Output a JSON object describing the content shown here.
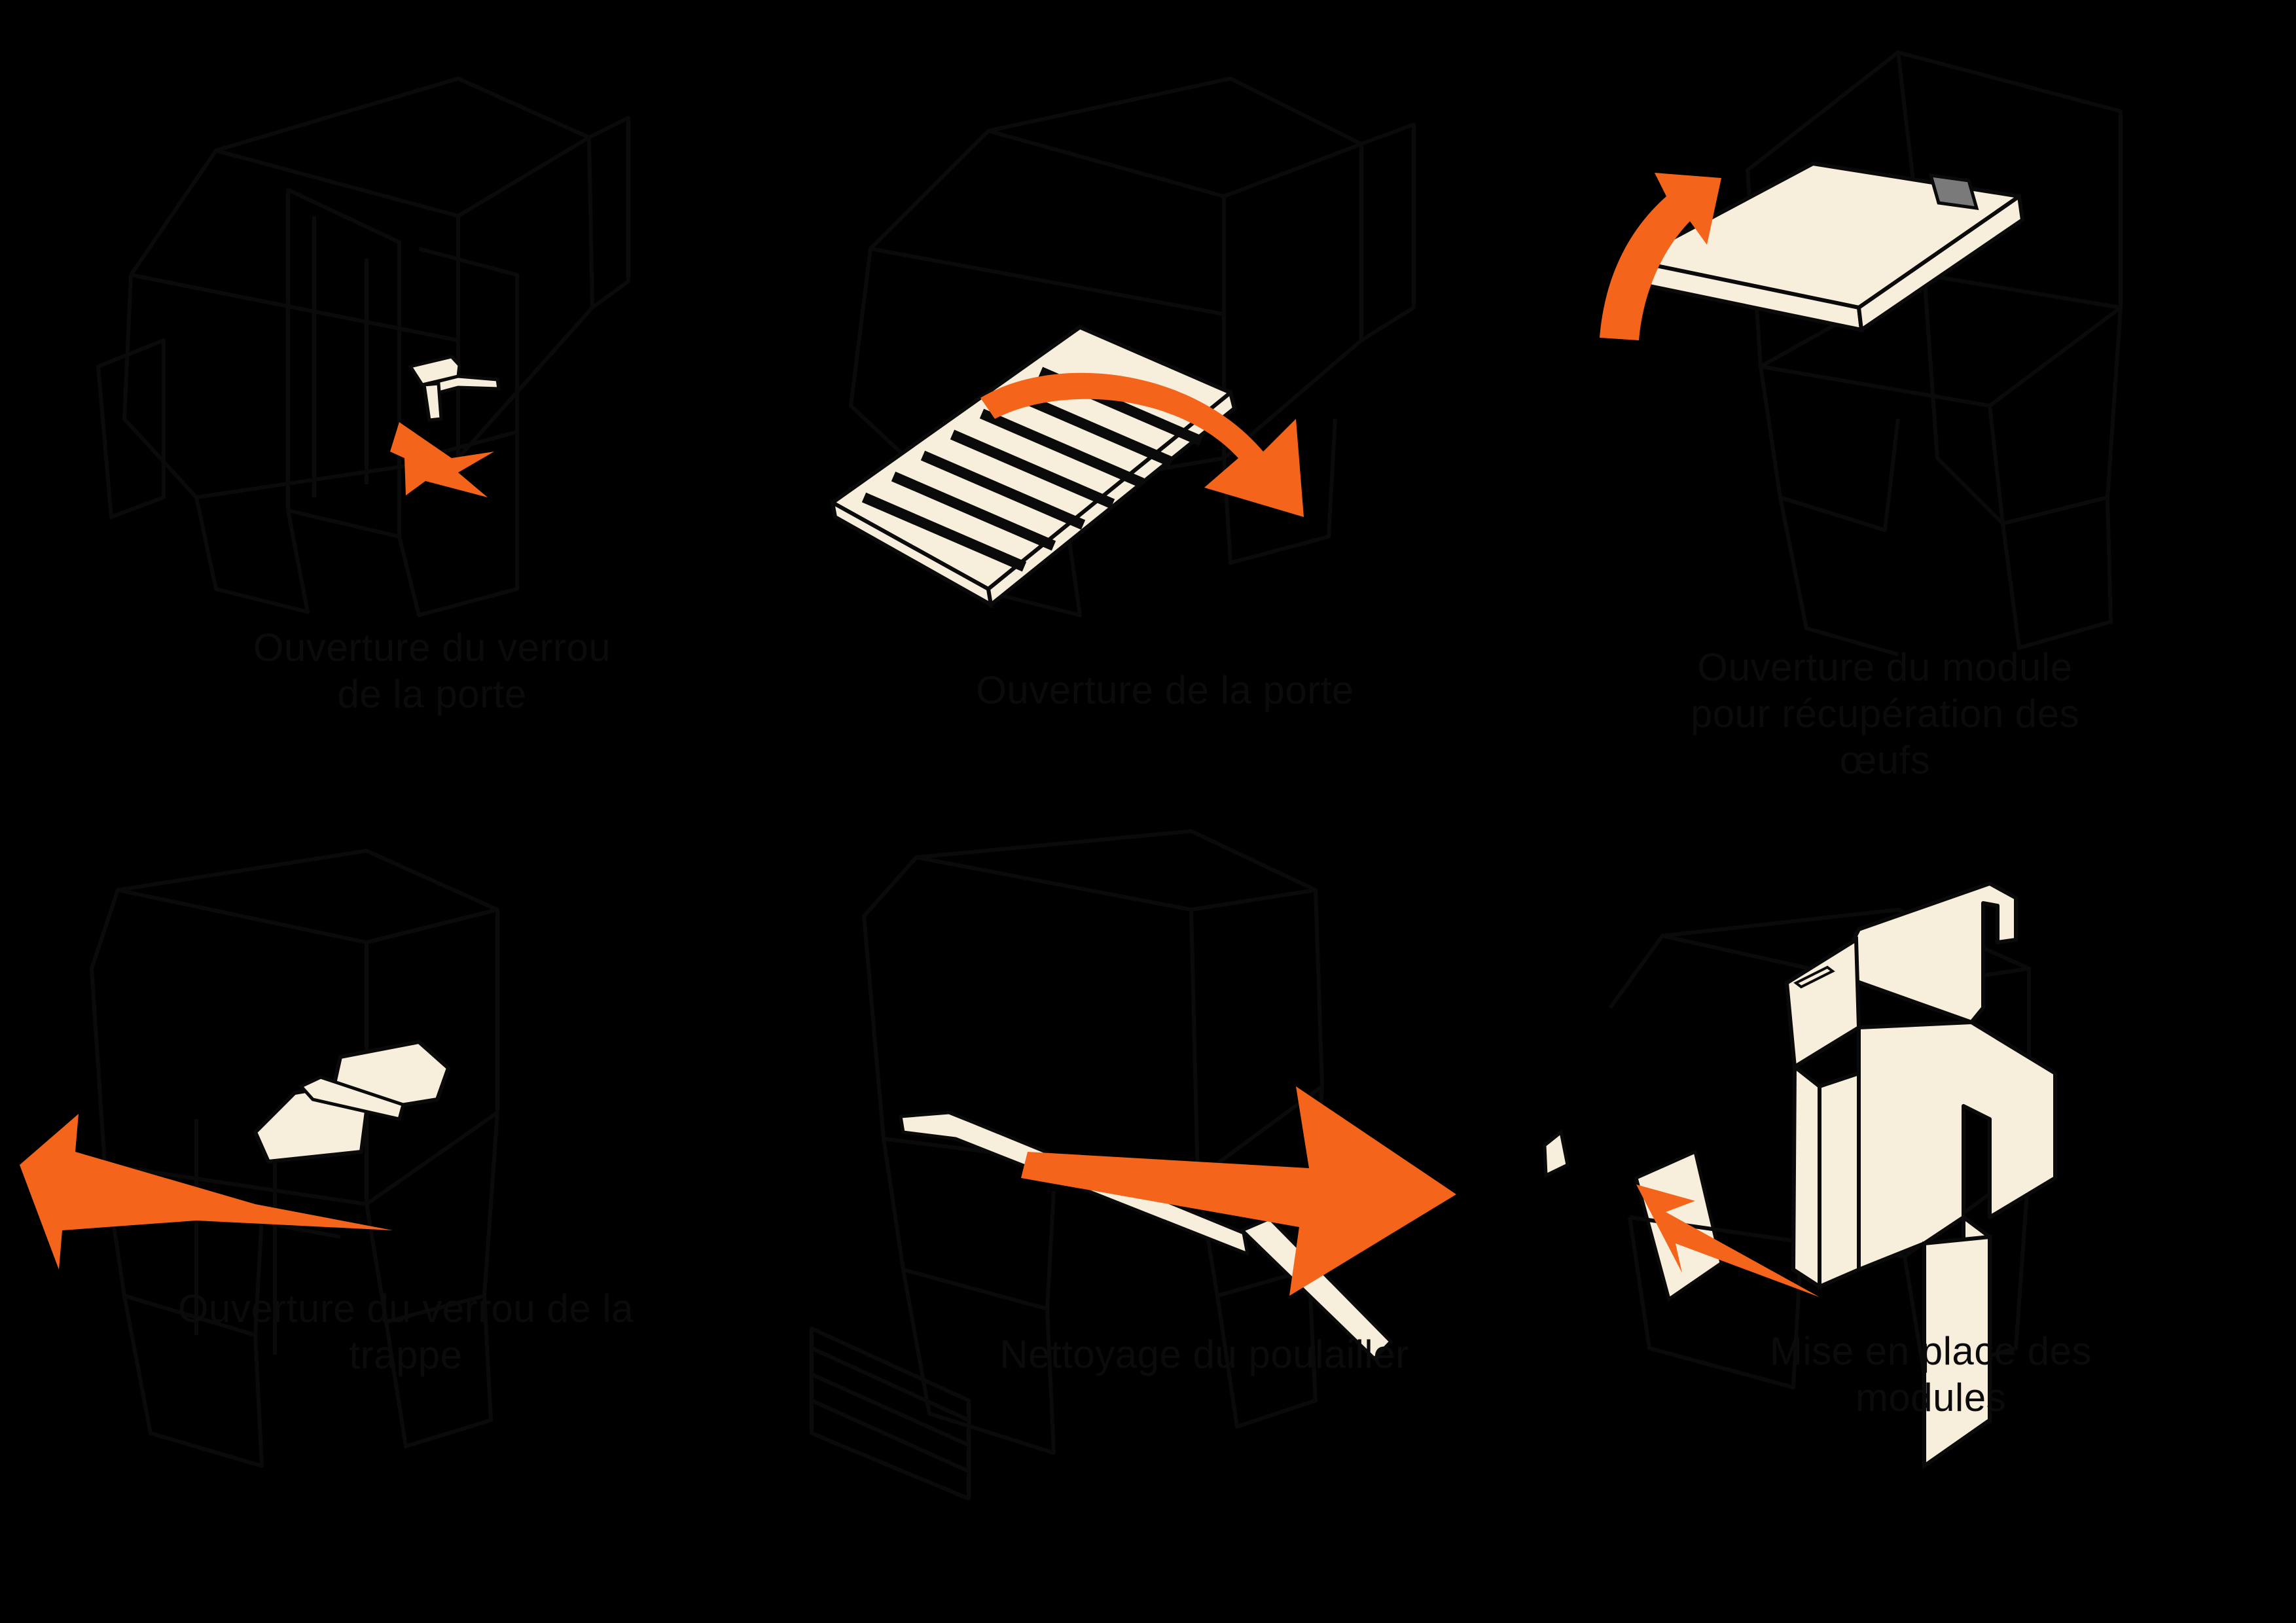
{
  "document": {
    "language": "fr",
    "background_color": "#000000",
    "line_color": "#0a0a0a",
    "highlight_color": "#F7EEDC",
    "arrow_color": "#F4651B"
  },
  "panels": [
    {
      "id": "panel-1",
      "caption": "Ouverture du verrou de la porte",
      "caption_line_1": "Ouverture du verrou",
      "caption_line_2": "de la porte",
      "highlight_part": "door-latch",
      "arrow": {
        "direction": "left",
        "style": "straight"
      }
    },
    {
      "id": "panel-2",
      "caption": "Ouverture de la porte",
      "caption_line_1": "Ouverture de la porte",
      "caption_line_2": "",
      "highlight_part": "slatted-door-panel",
      "arrow": {
        "direction": "down-right",
        "style": "curved"
      }
    },
    {
      "id": "panel-3",
      "caption": "Ouverture du module pour récupération des œufs",
      "caption_line_1": "Ouverture du module",
      "caption_line_2": "pour récupération des",
      "caption_line_3": "œufs",
      "highlight_part": "egg-module-lid",
      "arrow": {
        "direction": "up",
        "style": "curved"
      }
    },
    {
      "id": "panel-4",
      "caption": "Ouverture du verrou de la trappe",
      "caption_line_1": "Ouverture du verrou de la",
      "caption_line_2": "trappe",
      "highlight_part": "hatch-latch",
      "arrow": {
        "direction": "left",
        "style": "straight"
      }
    },
    {
      "id": "panel-5",
      "caption": "Nettoyage du poulailler",
      "caption_line_1": "Nettoyage du poulailler",
      "caption_line_2": "",
      "highlight_part": "cleaning-tray-rod",
      "arrow": {
        "direction": "right",
        "style": "straight"
      }
    },
    {
      "id": "panel-6",
      "caption": "Mise en place des modules",
      "caption_line_1": "Mise en place des",
      "caption_line_2": "modules",
      "highlight_part": "nesting-module-box",
      "arrow": {
        "direction": "up-left",
        "style": "straight"
      }
    }
  ]
}
